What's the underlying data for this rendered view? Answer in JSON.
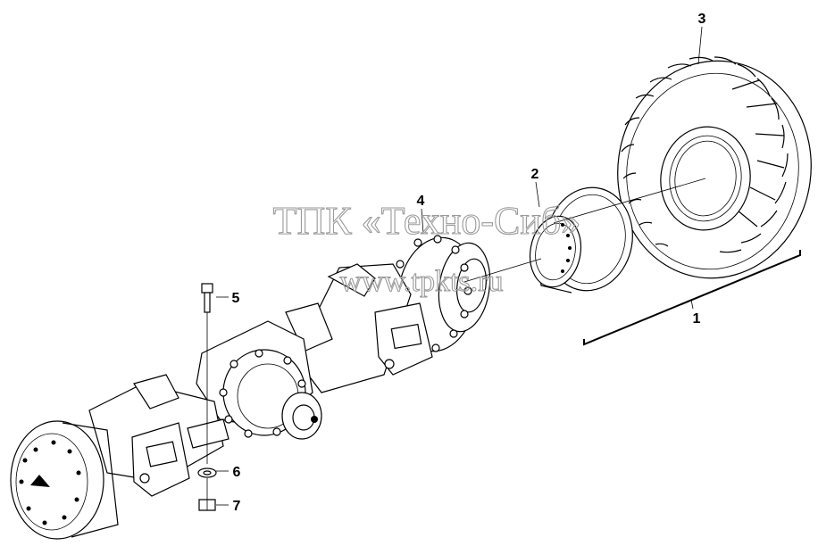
{
  "diagram": {
    "callouts": [
      {
        "id": "1",
        "label": "1"
      },
      {
        "id": "2",
        "label": "2"
      },
      {
        "id": "3",
        "label": "3"
      },
      {
        "id": "4",
        "label": "4"
      },
      {
        "id": "5",
        "label": "5"
      },
      {
        "id": "6",
        "label": "6"
      },
      {
        "id": "7",
        "label": "7"
      }
    ],
    "watermark": {
      "line1": "ТПК «Техно-Сиб»",
      "line2": "www.tpkts.ru"
    },
    "colors": {
      "line": "#000000",
      "background": "#ffffff",
      "watermark": "#9a9a9a"
    }
  }
}
